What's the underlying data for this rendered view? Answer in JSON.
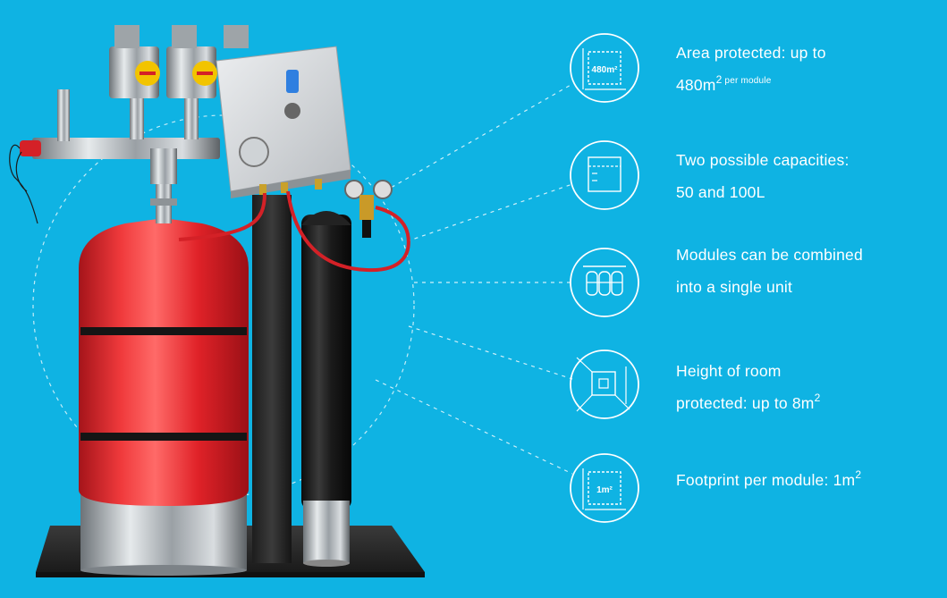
{
  "features": [
    {
      "icon": "area-480-icon",
      "line1": "Area protected: up to",
      "line2_main": "480m",
      "line2_sup": "2",
      "line2_suffix": " per module",
      "icon_label": "480m²"
    },
    {
      "icon": "capacity-container-icon",
      "line1": "Two possible capacities:",
      "line2_main": "50 and 100L"
    },
    {
      "icon": "combined-modules-icon",
      "line1": "Modules can be combined",
      "line2_main": "into a single unit"
    },
    {
      "icon": "room-height-icon",
      "line1": "Height of room",
      "line2_main": "protected: up to 8m",
      "line2_sup": "2"
    },
    {
      "icon": "footprint-icon",
      "line1_main": "Footprint per module: 1m",
      "line1_sup": "2",
      "icon_label": "1m²"
    }
  ],
  "colors": {
    "background": "#0fb3e3",
    "cylinder_red": "#e8252b",
    "cylinder_black": "#1a1a1a",
    "icon_stroke": "#ffffff"
  }
}
